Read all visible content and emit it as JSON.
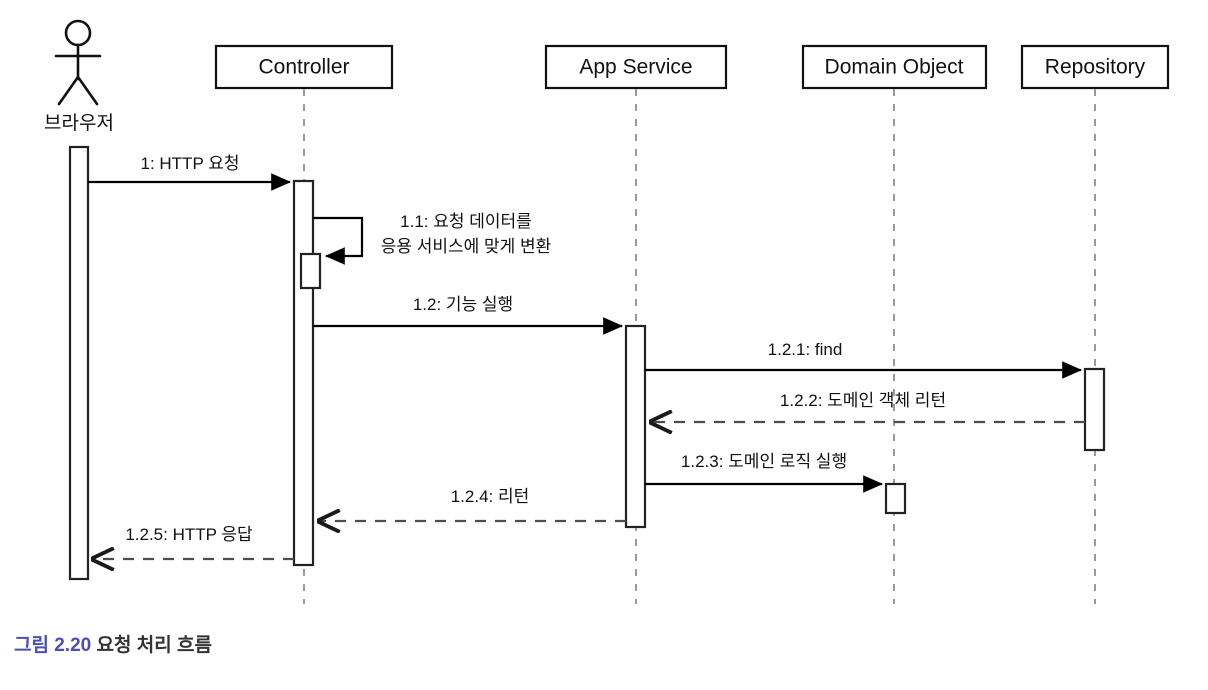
{
  "figure": {
    "caption_number": "그림 2.20",
    "caption_text": " 요청 처리 흐름",
    "accent_color": "#4a4fb8",
    "text_color": "#333333"
  },
  "diagram": {
    "type": "uml-sequence-diagram",
    "actor": {
      "name": "browser-actor",
      "label": "브라우저"
    },
    "participants": [
      {
        "id": "controller",
        "label": "Controller"
      },
      {
        "id": "app-service",
        "label": "App Service"
      },
      {
        "id": "domain-object",
        "label": "Domain Object"
      },
      {
        "id": "repository",
        "label": "Repository"
      }
    ],
    "messages": [
      {
        "id": "m1",
        "number": "1",
        "label": "1: HTTP 요청",
        "from": "browser",
        "to": "controller",
        "kind": "call"
      },
      {
        "id": "m1-1",
        "number": "1.1",
        "label_line1": "1.1: 요청 데이터를",
        "label_line2": "응용 서비스에 맞게 변환",
        "from": "controller",
        "to": "controller",
        "kind": "self-call"
      },
      {
        "id": "m1-2",
        "number": "1.2",
        "label": "1.2: 기능 실행",
        "from": "controller",
        "to": "app-service",
        "kind": "call"
      },
      {
        "id": "m1-2-1",
        "number": "1.2.1",
        "label": "1.2.1: find",
        "from": "app-service",
        "to": "repository",
        "kind": "call"
      },
      {
        "id": "m1-2-2",
        "number": "1.2.2",
        "label": "1.2.2: 도메인 객체 리턴",
        "from": "repository",
        "to": "app-service",
        "kind": "return"
      },
      {
        "id": "m1-2-3",
        "number": "1.2.3",
        "label": "1.2.3: 도메인 로직 실행",
        "from": "app-service",
        "to": "domain-object",
        "kind": "call"
      },
      {
        "id": "m1-2-4",
        "number": "1.2.4",
        "label": "1.2.4: 리턴",
        "from": "app-service",
        "to": "controller",
        "kind": "return"
      },
      {
        "id": "m1-2-5",
        "number": "1.2.5",
        "label": "1.2.5: HTTP 응답",
        "from": "controller",
        "to": "browser",
        "kind": "return"
      }
    ]
  }
}
